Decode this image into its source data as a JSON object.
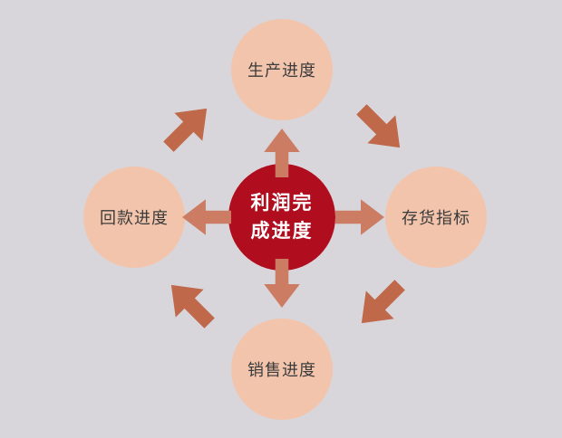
{
  "center": {
    "full_label": "利润完成进度",
    "line1": "利润完",
    "line2": "成进度"
  },
  "nodes": {
    "top": {
      "label": "生产进度"
    },
    "right": {
      "label": "存货指标"
    },
    "bottom": {
      "label": "销售进度"
    },
    "left": {
      "label": "回款进度"
    }
  },
  "arrows": {
    "straight": [
      "up",
      "right",
      "down",
      "left"
    ],
    "diagonal": [
      "up-right",
      "down-right",
      "down-left",
      "up-left"
    ]
  },
  "colors": {
    "background": "#d8d6da",
    "center_circle": "#b00d1f",
    "center_text": "#ffffff",
    "outer_circle": "#f2c4ac",
    "outer_text": "#3b3b3b",
    "arrow_straight": "#cd7c64",
    "arrow_diagonal": "#c0684a"
  }
}
